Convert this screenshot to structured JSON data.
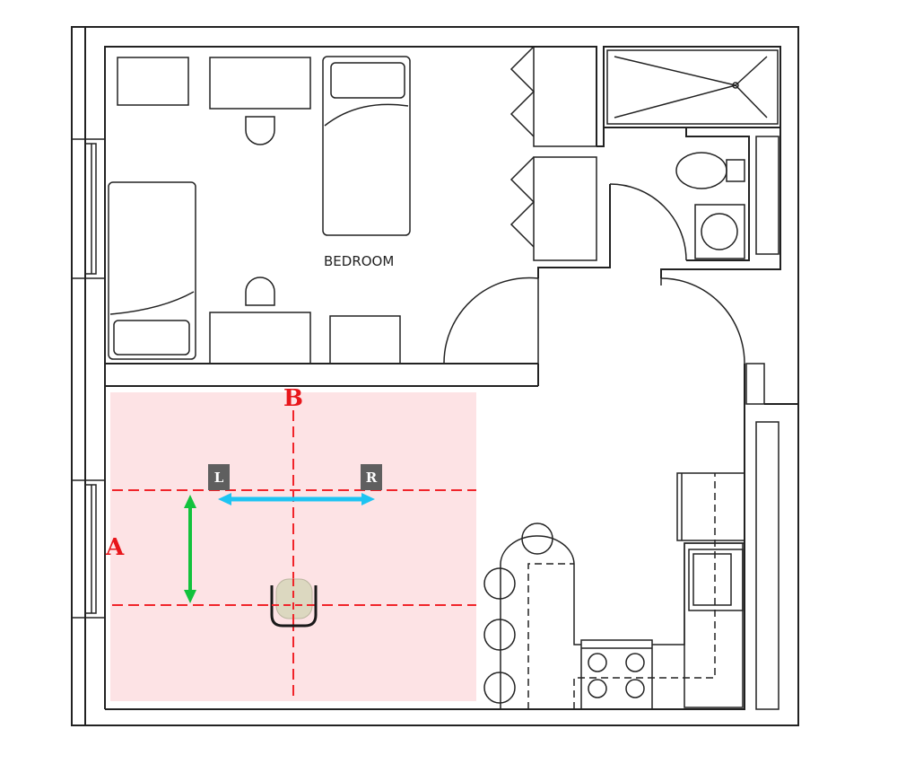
{
  "room_label": "BEDROOM",
  "markers": {
    "axis_a": "A",
    "axis_b": "B",
    "left_box": "L",
    "right_box": "R"
  },
  "colors": {
    "zone_fill": "#fde3e5",
    "guide_line": "#f0242a",
    "width_arrow": "#1ec4f2",
    "depth_arrow": "#12c23c",
    "speaker_box": "#5f5f5f"
  },
  "icons": [
    "office-chair-icon",
    "bed-icon",
    "desk-chair-icon",
    "stove-burner-icon",
    "bar-stool-icon",
    "toilet-icon",
    "sink-icon",
    "shower-icon"
  ]
}
